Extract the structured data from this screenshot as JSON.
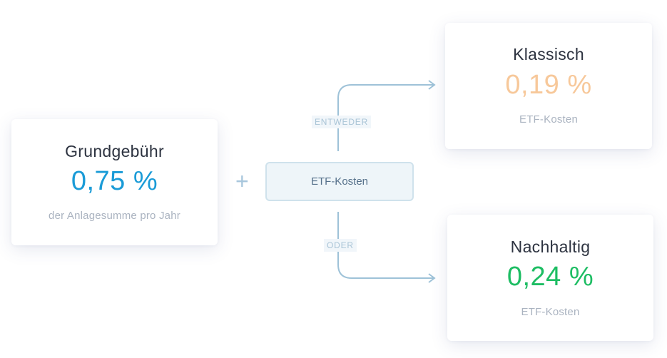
{
  "colors": {
    "grund_value": "#1a9bd7",
    "klassisch_value": "#f7c89a",
    "nachhaltig_value": "#1dbd63",
    "connector": "#9ec2d8"
  },
  "grundgebuehr": {
    "title": "Grundgebühr",
    "value": "0,75 %",
    "subtitle": "der Anlagesumme pro Jahr"
  },
  "plus_sign": "+",
  "etf_box": {
    "label": "ETF-Kosten"
  },
  "branches": {
    "upper_label": "ENTWEDER",
    "lower_label": "ODER"
  },
  "klassisch": {
    "title": "Klassisch",
    "value": "0,19 %",
    "subtitle": "ETF-Kosten"
  },
  "nachhaltig": {
    "title": "Nachhaltig",
    "value": "0,24 %",
    "subtitle": "ETF-Kosten"
  }
}
